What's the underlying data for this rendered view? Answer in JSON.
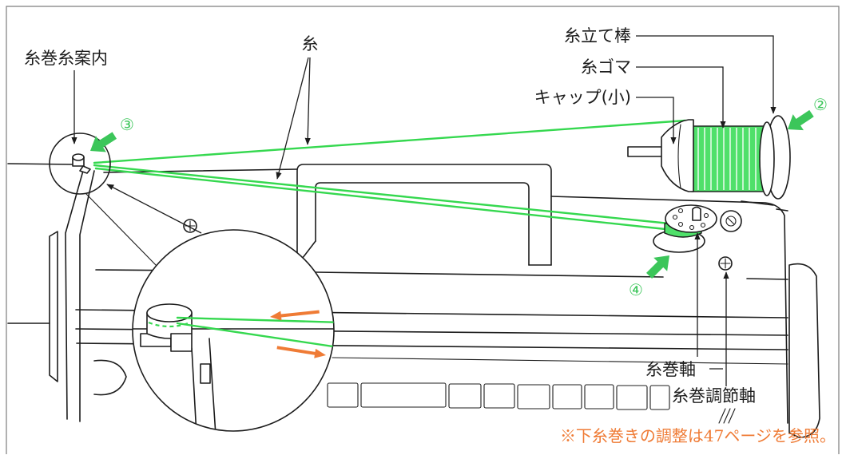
{
  "figure": {
    "labels": {
      "thread_guide": "糸巻糸案内",
      "thread": "糸",
      "spool_pin": "糸立て棒",
      "spool": "糸ゴマ",
      "spool_cap": "キャップ(小)",
      "bobbin_shaft": "糸巻軸",
      "bobbin_adjust_shaft": "糸巻調節軸"
    },
    "steps": {
      "step_2": "②",
      "step_3": "③",
      "step_4": "④"
    },
    "note": "※下糸巻きの調整は47ページを参照。"
  },
  "colors": {
    "line": "#1c1c1c",
    "frame": "#7d7d7d",
    "thread_green": "#35d84f",
    "spool_green": "#4fe06a",
    "arrow_green": "#3cc65a",
    "accent_orange": "#ef7b35",
    "background": "#ffffff"
  }
}
